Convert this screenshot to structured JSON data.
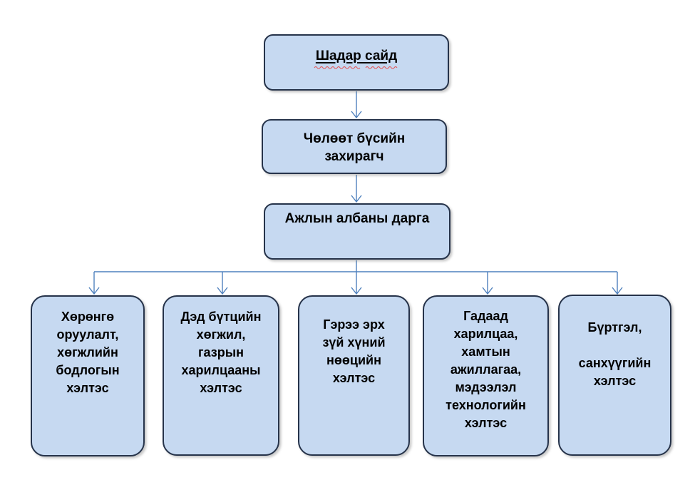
{
  "colors": {
    "box_fill": "#c6d9f1",
    "box_border": "#26334a",
    "connector": "#4f81bd",
    "text": "#000000",
    "underline_wavy": "#e25555",
    "background": "#ffffff"
  },
  "org_chart": {
    "type": "org-chart",
    "level1": {
      "label": "Шадар сайд"
    },
    "level2": {
      "label": "Чөлөөт бүсийн\nзахирагч"
    },
    "level3": {
      "label": "Ажлын албаны дарга"
    },
    "departments": [
      {
        "label": "Хөрөнгө\nоруулалт,\nхөгжлийн\nбодлогын\nхэлтэс"
      },
      {
        "label": "Дэд бүтцийн\nхөгжил,\nгазрын\nхарилцааны\nхэлтэс"
      },
      {
        "label": "Гэрээ эрх\nзүй хүний\nнөөцийн\nхэлтэс"
      },
      {
        "label": "Гадаад\nхарилцаа,\nхамтын\nажиллагаа,\nмэдээлэл\nтехнологийн\nхэлтэс"
      },
      {
        "label": "Бүртгэл,\n\nсанхүүгийн\nхэлтэс"
      }
    ]
  }
}
